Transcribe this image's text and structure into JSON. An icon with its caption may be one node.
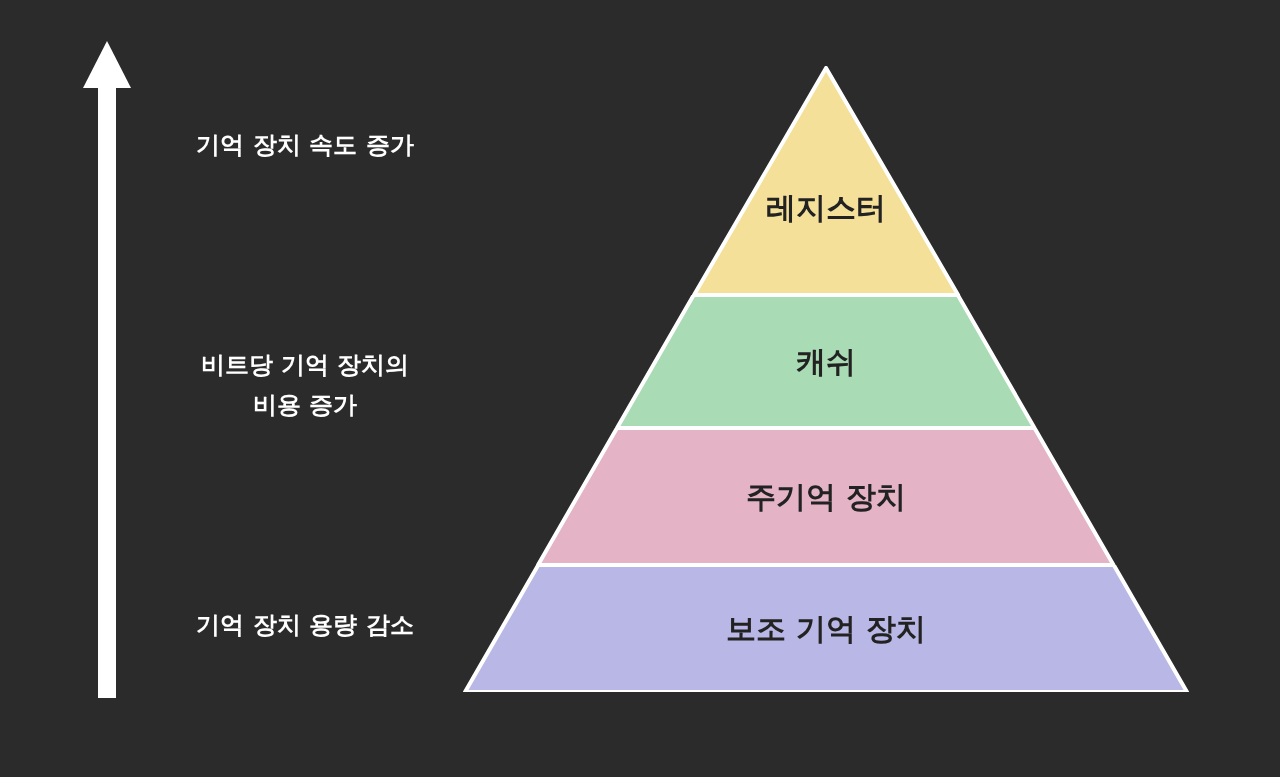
{
  "diagram": {
    "nodes": [
      {
        "text": [
          "레지스터"
        ]
      },
      {
        "text": [
          "캐쉬"
        ]
      },
      {
        "text": [
          "주기억 장치"
        ]
      },
      {
        "text": [
          "보조 기억 장치"
        ]
      }
    ],
    "labels": [
      "기억 장치 속도 증가",
      "비트당 기억 장치의 비용 증가",
      "기억 장치 용량 감소"
    ]
  }
}
